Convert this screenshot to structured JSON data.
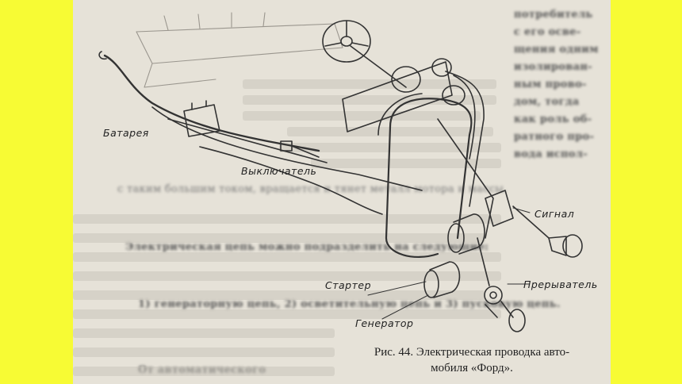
{
  "diagram": {
    "labels": {
      "battery": "Батарея",
      "switch": "Выключатель",
      "signal": "Сигнал",
      "interrupter": "Прерыватель",
      "starter": "Стартер",
      "generator": "Генератор"
    }
  },
  "caption": {
    "line1": "Рис. 44. Электрическая проводка авто-",
    "line2": "мобиля «Форд»."
  },
  "background_text": {
    "left_block": [
      "с таким большим током, вращается и тянет металл мотора и массы.",
      "Электрическая цепь можно подразделить на следующие:",
      "1) генераторную цепь, 2) осветительную цепь и 3) пусковую цепь.",
      "От автоматического"
    ],
    "right_block": [
      "потребитель",
      "с его осве-",
      "щения одним",
      "изолирован-",
      "ным прово-",
      "дом, тогда",
      "как роль об-",
      "ратного про-",
      "вода испол-"
    ]
  }
}
